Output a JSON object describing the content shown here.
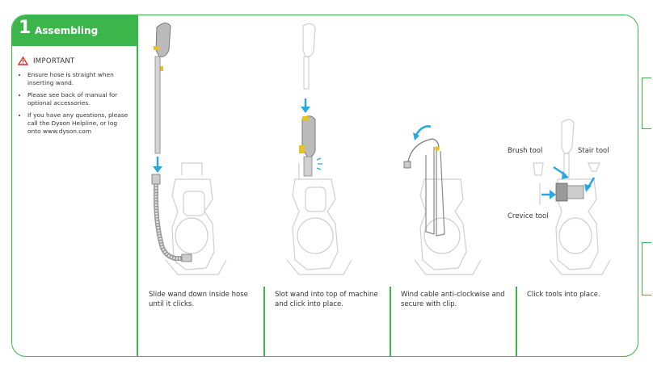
{
  "header": {
    "step_number": "1",
    "title": "Assembling"
  },
  "important": {
    "title": "IMPORTANT",
    "items": [
      "Ensure hose is straight when inserting wand.",
      "Please see back of manual for optional accessories.",
      "If you have any questions, please call the Dyson Helpline, or log onto www.dyson.com"
    ]
  },
  "steps": [
    {
      "caption_lines": [
        "Slide wand down inside hose",
        "until it clicks."
      ]
    },
    {
      "caption_lines": [
        "Slot wand into top of machine",
        "and click into place."
      ]
    },
    {
      "caption_lines": [
        "Wind cable anti-clockwise and",
        "secure with clip."
      ]
    },
    {
      "caption_lines": [
        "Click tools into place."
      ]
    }
  ],
  "tool_labels": {
    "brush": "Brush tool",
    "stair": "Stair tool",
    "crevice": "Crevice tool"
  },
  "colors": {
    "accent_green": "#3cb54a",
    "arrow_blue": "#29a8e0",
    "part_yellow": "#e6c229",
    "outline_grey": "#c9c9c9"
  }
}
